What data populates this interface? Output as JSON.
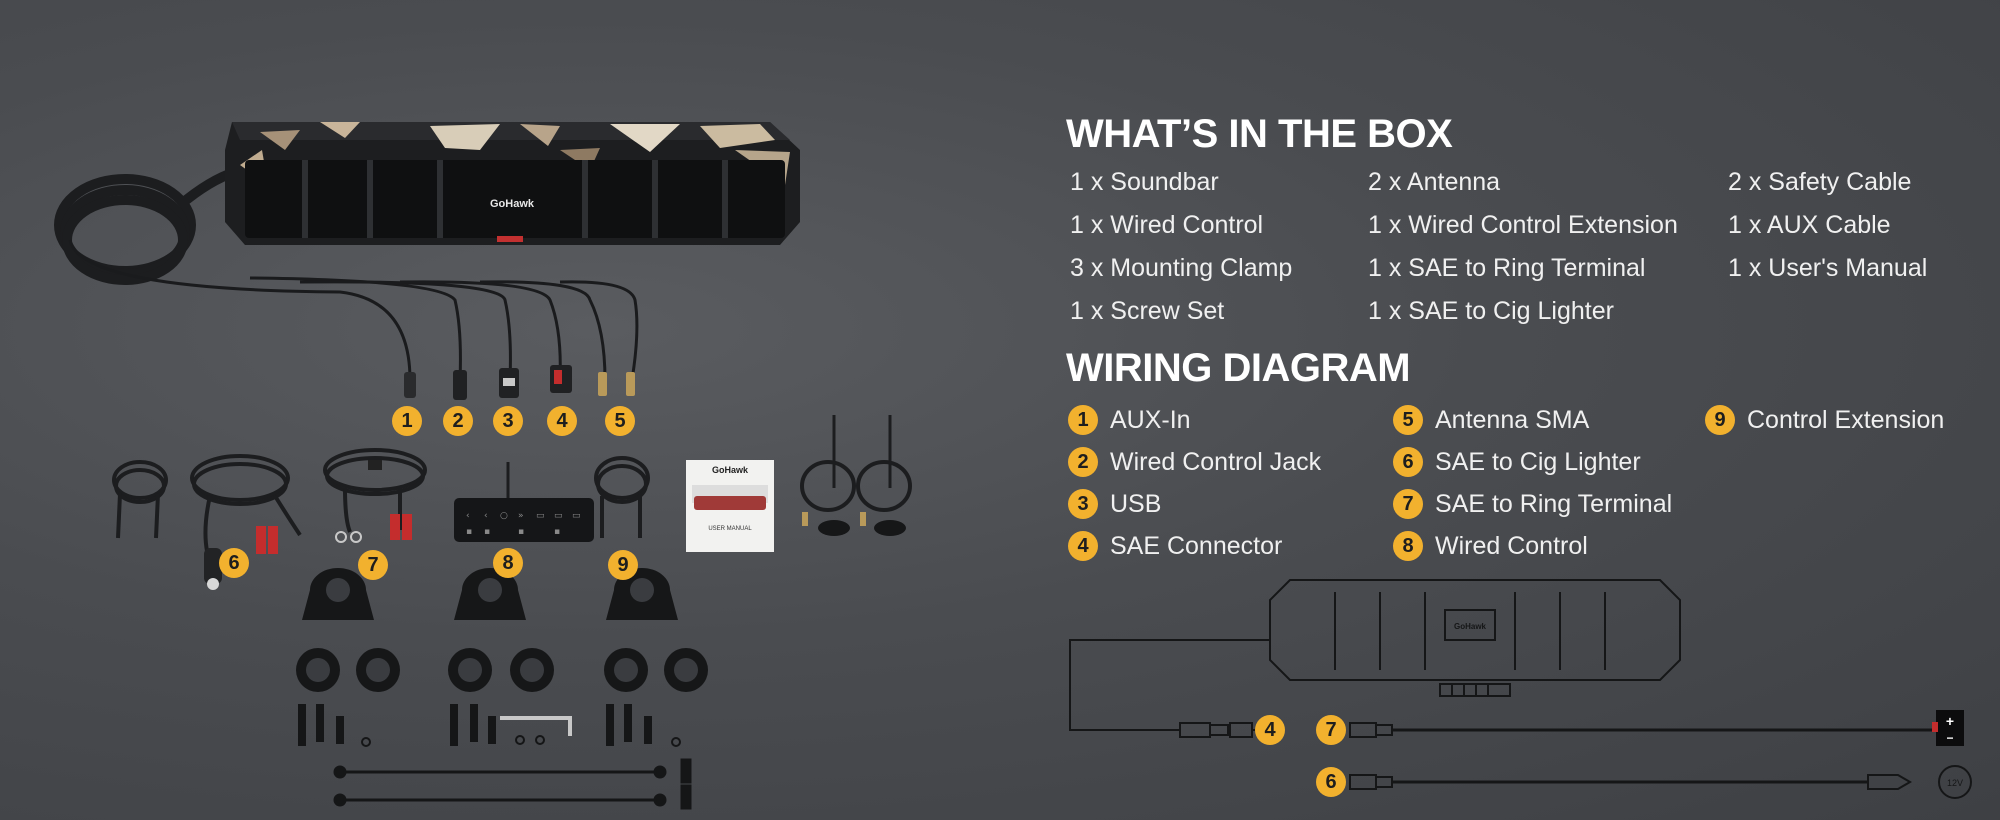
{
  "box": {
    "title": "WHAT’S IN THE BOX",
    "items": [
      "1 x Soundbar",
      "2 x Antenna",
      "2 x Safety Cable",
      "1 x Wired Control",
      "1 x Wired Control Extension",
      "1 x AUX Cable",
      "3 x Mounting Clamp",
      "1 x SAE to Ring Terminal",
      "1 x User's Manual",
      "1 x Screw Set",
      "1 x SAE to Cig Lighter"
    ]
  },
  "wiring": {
    "title": "WIRING DIAGRAM",
    "legend": [
      {
        "n": "1",
        "label": "AUX-In"
      },
      {
        "n": "2",
        "label": "Wired Control Jack"
      },
      {
        "n": "3",
        "label": "USB"
      },
      {
        "n": "4",
        "label": "SAE Connector"
      },
      {
        "n": "5",
        "label": "Antenna SMA"
      },
      {
        "n": "6",
        "label": "SAE to Cig Lighter"
      },
      {
        "n": "7",
        "label": "SAE to Ring Terminal"
      },
      {
        "n": "8",
        "label": "Wired Control"
      },
      {
        "n": "9",
        "label": "Control Extension"
      }
    ]
  },
  "photo": {
    "brand": "GoHawk",
    "manual_brand": "GoHawk",
    "manual_caption": "USER MANUAL",
    "callouts": [
      "1",
      "2",
      "3",
      "4",
      "5",
      "6",
      "7",
      "8",
      "9"
    ]
  },
  "diagram": {
    "brand": "GoHawk",
    "callouts": [
      "4",
      "7",
      "6"
    ],
    "battery_plus": "+",
    "battery_minus": "−",
    "outlet_label": "12V"
  },
  "colors": {
    "accent": "#f2b12e",
    "background": "#4a4c50"
  }
}
